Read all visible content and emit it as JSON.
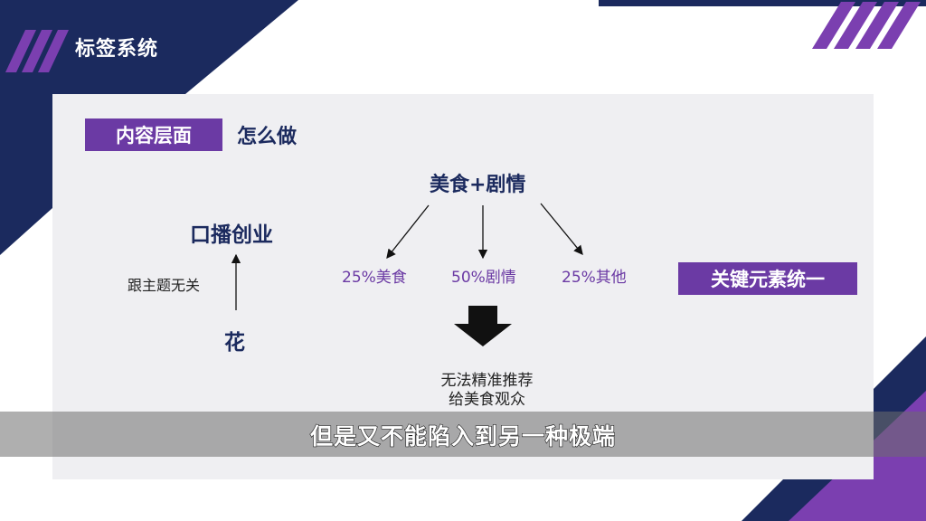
{
  "header": {
    "title": "标签系统"
  },
  "section": {
    "tag_label": "内容层面",
    "heading": "怎么做"
  },
  "left_diagram": {
    "top_label": "口播创业",
    "side_label": "跟主题无关",
    "bottom_label": "花"
  },
  "center_diagram": {
    "top_label": "美食+剧情",
    "branches": [
      "25%美食",
      "50%剧情",
      "25%其他"
    ],
    "result_lines": [
      "无法精准推荐",
      "给美食观众"
    ]
  },
  "right_box": {
    "label": "关键元素统一"
  },
  "subtitle": {
    "text": "但是又不能陷入到另一种极端"
  },
  "colors": {
    "navy": "#1b2a5e",
    "purple": "#6b3aa4",
    "panel": "#efeff2"
  }
}
